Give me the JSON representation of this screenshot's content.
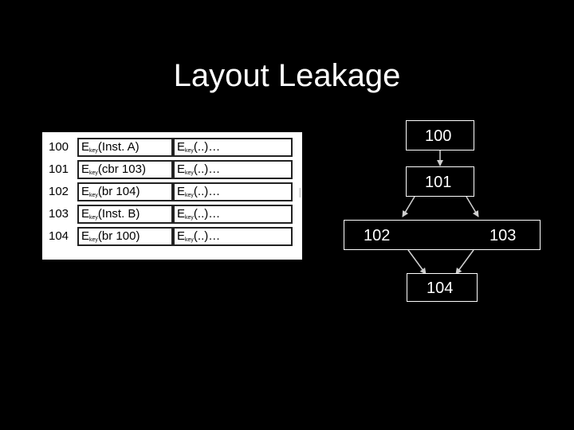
{
  "slide": {
    "title": "Layout Leakage"
  },
  "memory_table": {
    "rows": [
      {
        "addr": "100",
        "c1_base": "E",
        "c1_sub": "key",
        "c1_arg": "(Inst. A)",
        "c2_base": "E",
        "c2_sub": "key",
        "c2_arg": "(..)…"
      },
      {
        "addr": "101",
        "c1_base": "E",
        "c1_sub": "key",
        "c1_arg": "(cbr 103)",
        "c2_base": "E",
        "c2_sub": "key",
        "c2_arg": "(..)…"
      },
      {
        "addr": "102",
        "c1_base": "E",
        "c1_sub": "key",
        "c1_arg": "(br 104)",
        "c2_base": "E",
        "c2_sub": "key",
        "c2_arg": "(..)…"
      },
      {
        "addr": "103",
        "c1_base": "E",
        "c1_sub": "key",
        "c1_arg": "(Inst. B)",
        "c2_base": "E",
        "c2_sub": "key",
        "c2_arg": "(..)…"
      },
      {
        "addr": "104",
        "c1_base": "E",
        "c1_sub": "key",
        "c1_arg": "(br 100)",
        "c2_base": "E",
        "c2_sub": "key",
        "c2_arg": "(..)…"
      }
    ]
  },
  "cfg": {
    "nodes": {
      "n100": "100",
      "n101": "101",
      "n102": "102",
      "n103": "103",
      "n104": "104"
    },
    "edges": [
      [
        "n100",
        "n101"
      ],
      [
        "n101",
        "n102"
      ],
      [
        "n101",
        "n103"
      ],
      [
        "n102",
        "n104"
      ],
      [
        "n103",
        "n104"
      ]
    ]
  }
}
